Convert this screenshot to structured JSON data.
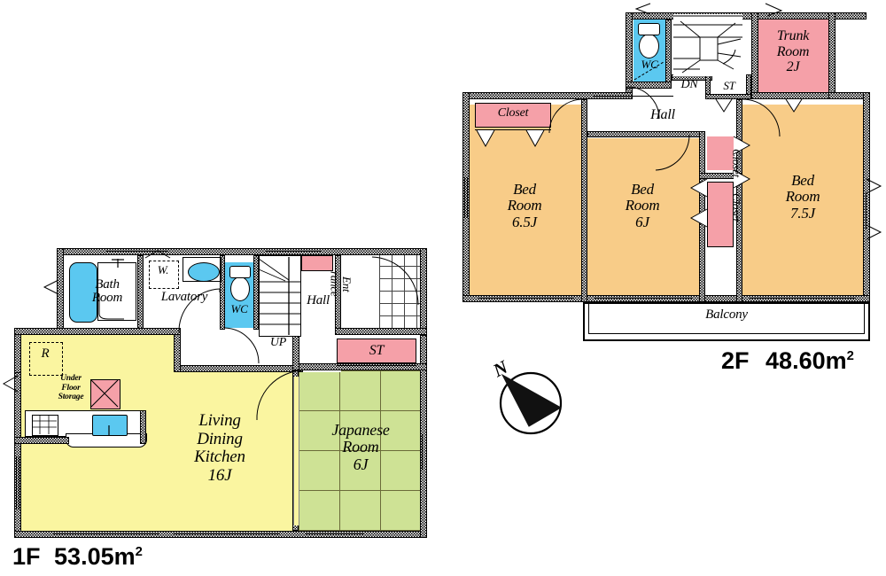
{
  "document": {
    "type": "real-estate-floor-plan",
    "floors": [
      "1F",
      "2F"
    ]
  },
  "floor1": {
    "area_label": "1F 53.05",
    "area_prefix": "1F",
    "area_value": "53.05",
    "area_unit": "m",
    "area_unit_sup": "2",
    "rooms": [
      {
        "id": "living-dining-kitchen",
        "label": "Living\nDining\nKitchen\n16J",
        "color": "#FAF5A0"
      },
      {
        "id": "japanese-room",
        "label": "Japanese\nRoom\n6J",
        "color": "#CEE295"
      },
      {
        "id": "bath-room",
        "label": "Bath\nRoom",
        "color": "#FFFFFF"
      },
      {
        "id": "lavatory",
        "label": "Lavatory",
        "color": "#FFFFFF"
      },
      {
        "id": "wc",
        "label": "WC",
        "color": "#5BC8F0"
      },
      {
        "id": "hall",
        "label": "Hall",
        "color": "#FFFFFF"
      },
      {
        "id": "entrance",
        "label": "Ent\nrance",
        "color": "#FFFFFF"
      },
      {
        "id": "storage",
        "label": "ST",
        "color": "#F5A0A8"
      },
      {
        "id": "shoe-box",
        "label": "",
        "color": "#F5A0A8"
      }
    ],
    "annotations": {
      "refrigerator": "R",
      "washer": "W.",
      "under_floor_storage": "Under\nFloor\nStorage",
      "stairs_up": "UP"
    }
  },
  "floor2": {
    "area_label": "2F 48.60",
    "area_prefix": "2F",
    "area_value": "48.60",
    "area_unit": "m",
    "area_unit_sup": "2",
    "rooms": [
      {
        "id": "bed-room-left",
        "label": "Bed\nRoom\n6.5J",
        "color": "#F8CC88"
      },
      {
        "id": "bed-room-middle",
        "label": "Bed\nRoom\n6J",
        "color": "#F8CC88"
      },
      {
        "id": "bed-room-right",
        "label": "Bed\nRoom\n7.5J",
        "color": "#F8CC88"
      },
      {
        "id": "trunk-room",
        "label": "Trunk\nRoom\n2J",
        "color": "#F5A0A8"
      },
      {
        "id": "hall",
        "label": "Hall",
        "color": "#FFFFFF"
      },
      {
        "id": "wc",
        "label": "WC",
        "color": "#5BC8F0"
      },
      {
        "id": "balcony",
        "label": "Balcony",
        "color": "#FFFFFF"
      }
    ],
    "closets": [
      {
        "id": "closet-left",
        "label": "Closet",
        "color": "#F5A0A8"
      },
      {
        "id": "closet-mid-upper",
        "label": "Closet",
        "color": "#F5A0A8"
      },
      {
        "id": "closet-mid-lower",
        "label": "Closet",
        "color": "#F5A0A8"
      }
    ],
    "annotations": {
      "stairs_down": "DN",
      "storage": "ST"
    }
  },
  "compass": {
    "label": "N"
  },
  "colors": {
    "yellow": "#FAF5A0",
    "green": "#CEE295",
    "orange": "#F8CC88",
    "pink": "#F5A0A8",
    "blue": "#5BC8F0",
    "wall": "#000000",
    "background": "#FFFFFF"
  }
}
